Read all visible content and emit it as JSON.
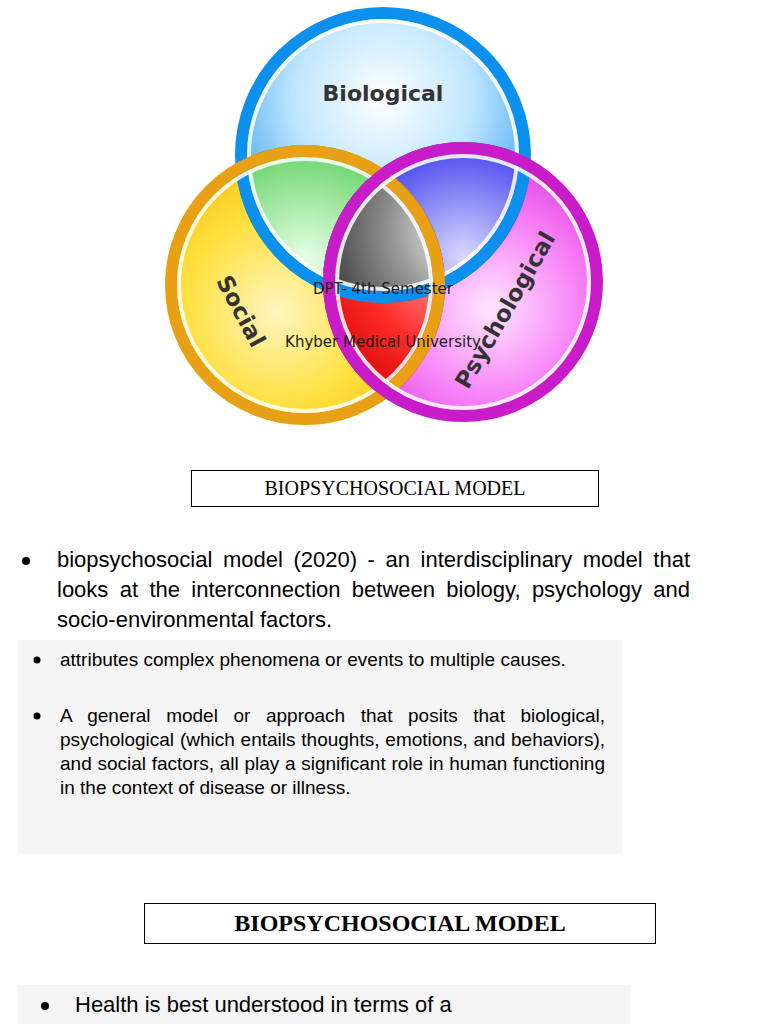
{
  "diagram": {
    "nodes": [
      {
        "text": [
          "Biological"
        ]
      },
      {
        "text": [
          "Social"
        ]
      },
      {
        "text": [
          "Psychological"
        ]
      },
      {
        "text": [
          "BIOPSYCHOSOCIAL MODEL"
        ]
      },
      {
        "text": [
          "BIOPSYCHOSOCIAL MODEL"
        ]
      }
    ],
    "labels": [
      "DPT- 4th Semester",
      "Khyber Medical University",
      "biopsychosocial model (2020) - an interdisciplinary model that looks at the interconnection between biology, psychology and socio-environmental factors.",
      "attributes complex phenomena or events to multiple causes.",
      "A general model or approach that posits that biological, psychological (which entails thoughts, emotions, and behaviors), and social factors, all play a significant role in human functioning in the context of disease or illness.",
      "Health is best understood in terms of a"
    ]
  }
}
